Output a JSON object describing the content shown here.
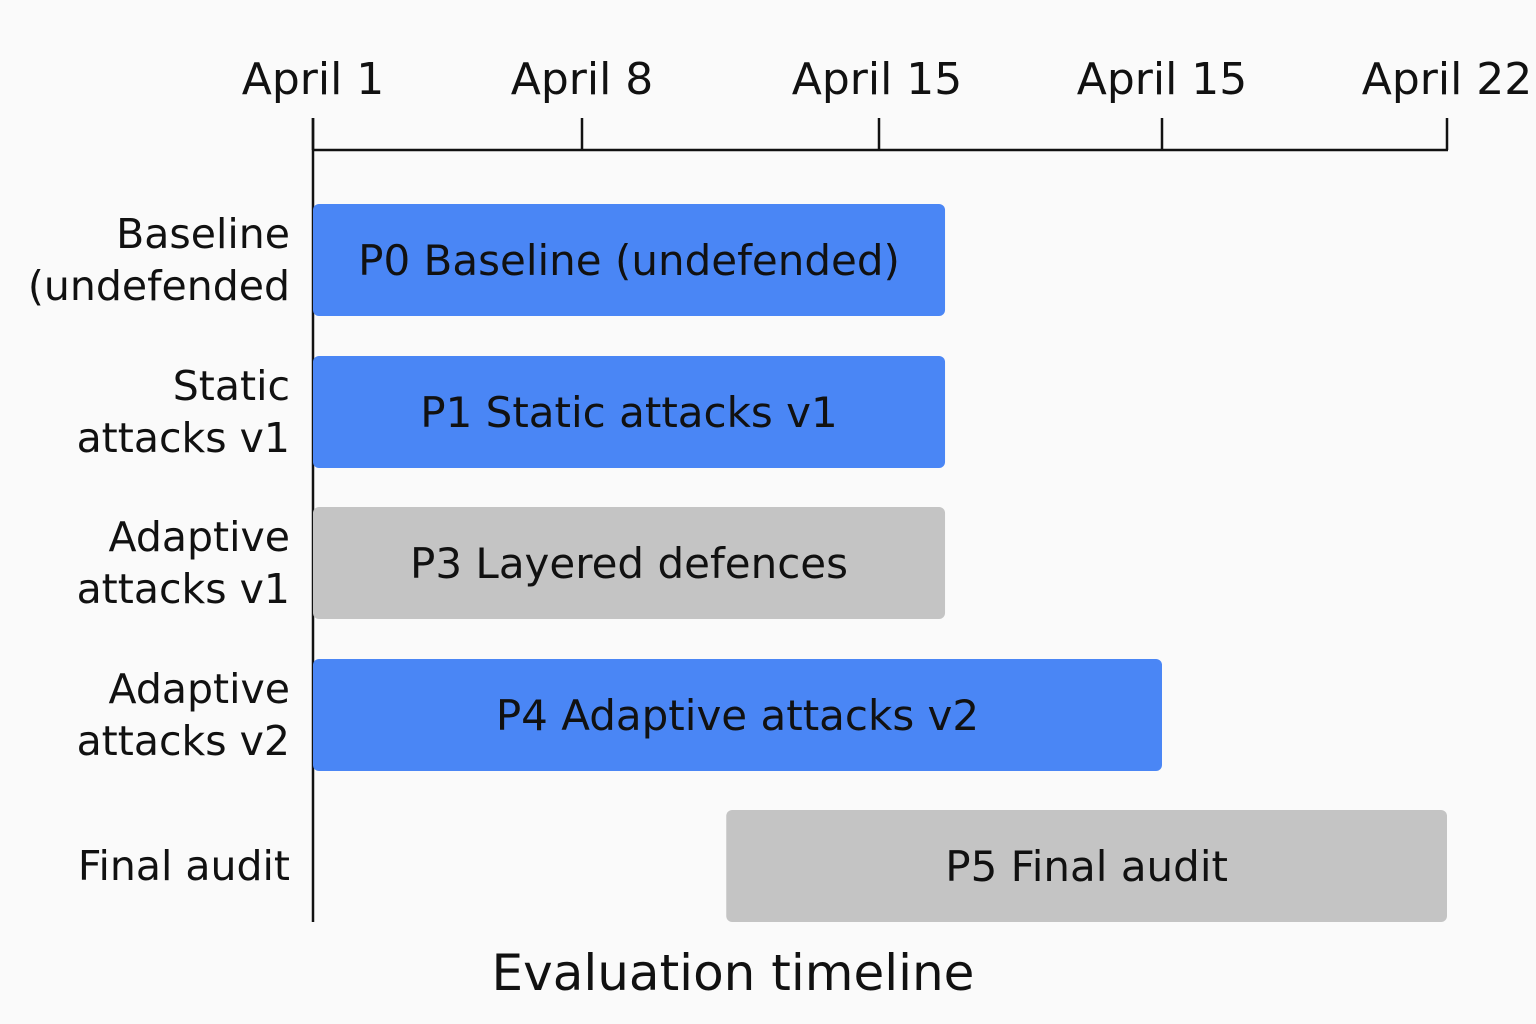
{
  "chart_data": {
    "type": "gantt",
    "title": "Evaluation timeline",
    "x_ticks": [
      {
        "label": "April 1",
        "value": 0
      },
      {
        "label": "April 8",
        "value": 7
      },
      {
        "label": "April 15",
        "value": 14
      },
      {
        "label": "April 15",
        "value": 20
      },
      {
        "label": "April 22",
        "value": 27
      }
    ],
    "xlim": [
      0,
      27
    ],
    "rows": [
      {
        "label_lines": [
          "Baseline",
          "(undefended"
        ],
        "bar_label": "P0 Baseline (undefended)",
        "start": 0,
        "end": 15.4,
        "color": "#4a86f5"
      },
      {
        "label_lines": [
          "Static",
          "attacks v1"
        ],
        "bar_label": "P1 Static attacks v1",
        "start": 0,
        "end": 15.4,
        "color": "#4a86f5"
      },
      {
        "label_lines": [
          "Adaptive",
          "attacks v1"
        ],
        "bar_label": "P3 Layered defences",
        "start": 0,
        "end": 15.4,
        "color": "#c4c4c4"
      },
      {
        "label_lines": [
          "Adaptive",
          "attacks v2"
        ],
        "bar_label": "P4 Adaptive attacks v2",
        "start": 0,
        "end": 20,
        "color": "#4a86f5"
      },
      {
        "label_lines": [
          "Final audit"
        ],
        "bar_label": "P5 Final audit",
        "start": 10.4,
        "end": 27,
        "color": "#c4c4c4"
      }
    ],
    "colors": {
      "accent_blue": "#4a86f5",
      "neutral_gray": "#c4c4c4",
      "axis": "#111111"
    }
  }
}
